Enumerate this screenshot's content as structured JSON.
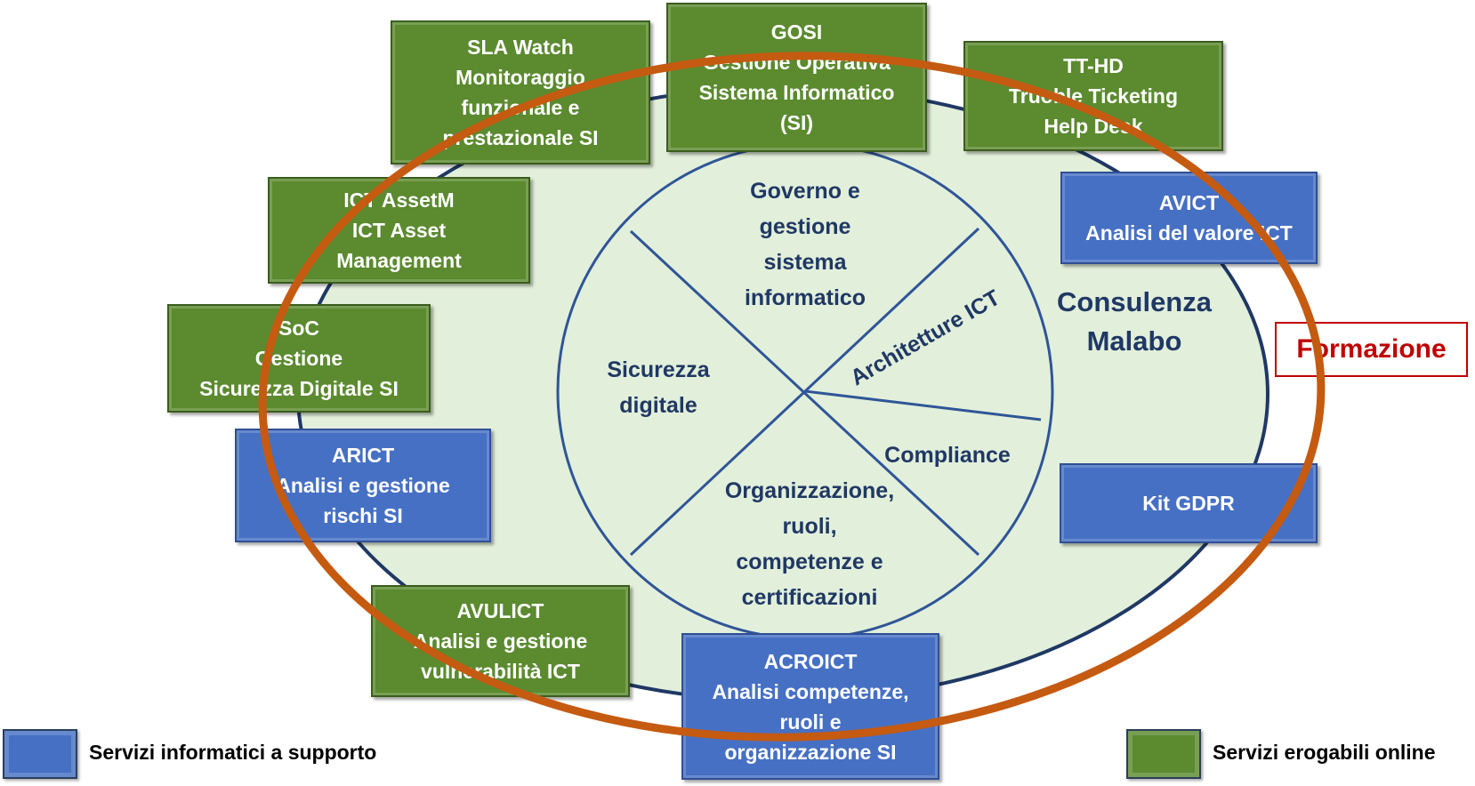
{
  "services": {
    "sla_watch": [
      "SLA Watch",
      "Monitoraggio",
      "funzionale e",
      "prestazionale SI"
    ],
    "gosi": [
      "GOSI",
      "Gestione Operativa",
      "Sistema Informatico",
      "(SI)"
    ],
    "tt_hd": [
      "TT-HD",
      "Truoble Ticketing",
      "Help Desk"
    ],
    "ict_assetm": [
      "ICT AssetM",
      "ICT Asset",
      "Management"
    ],
    "avict": [
      "AVICT",
      "Analisi  del valore ICT"
    ],
    "soc": [
      "SoC",
      "Gestione",
      "Sicurezza Digitale SI"
    ],
    "arict": [
      "ARICT",
      "Analisi e gestione",
      "rischi SI"
    ],
    "kit_gdpr": [
      "Kit GDPR"
    ],
    "avulict": [
      "AVULICT",
      "Analisi e gestione",
      "vulnerabilità ICT"
    ],
    "acroict": [
      "ACROICT",
      "Analisi competenze,",
      "ruoli e",
      "organizzazione  SI"
    ]
  },
  "sectors": {
    "governo": [
      "Governo e",
      "gestione",
      "sistema",
      "informatico"
    ],
    "architetture": "Architetture ICT",
    "sicurezza": [
      "Sicurezza",
      "digitale"
    ],
    "compliance": "Compliance",
    "organizzazione": [
      "Organizzazione,",
      "ruoli,",
      "competenze e",
      "certificazioni"
    ]
  },
  "consulenza": [
    "Consulenza",
    "Malabo"
  ],
  "formazione": "Formazione",
  "legend": {
    "blue_label": "Servizi informatici a supporto",
    "green_label": "Servizi erogabili online"
  },
  "colors": {
    "green": "#5b8a2f",
    "blue": "#4670c4",
    "ellipse_fill": "#e2efda",
    "ellipse_stroke": "#1f3864",
    "orange_ring": "#c55a11",
    "formazione_red": "#c00000"
  }
}
